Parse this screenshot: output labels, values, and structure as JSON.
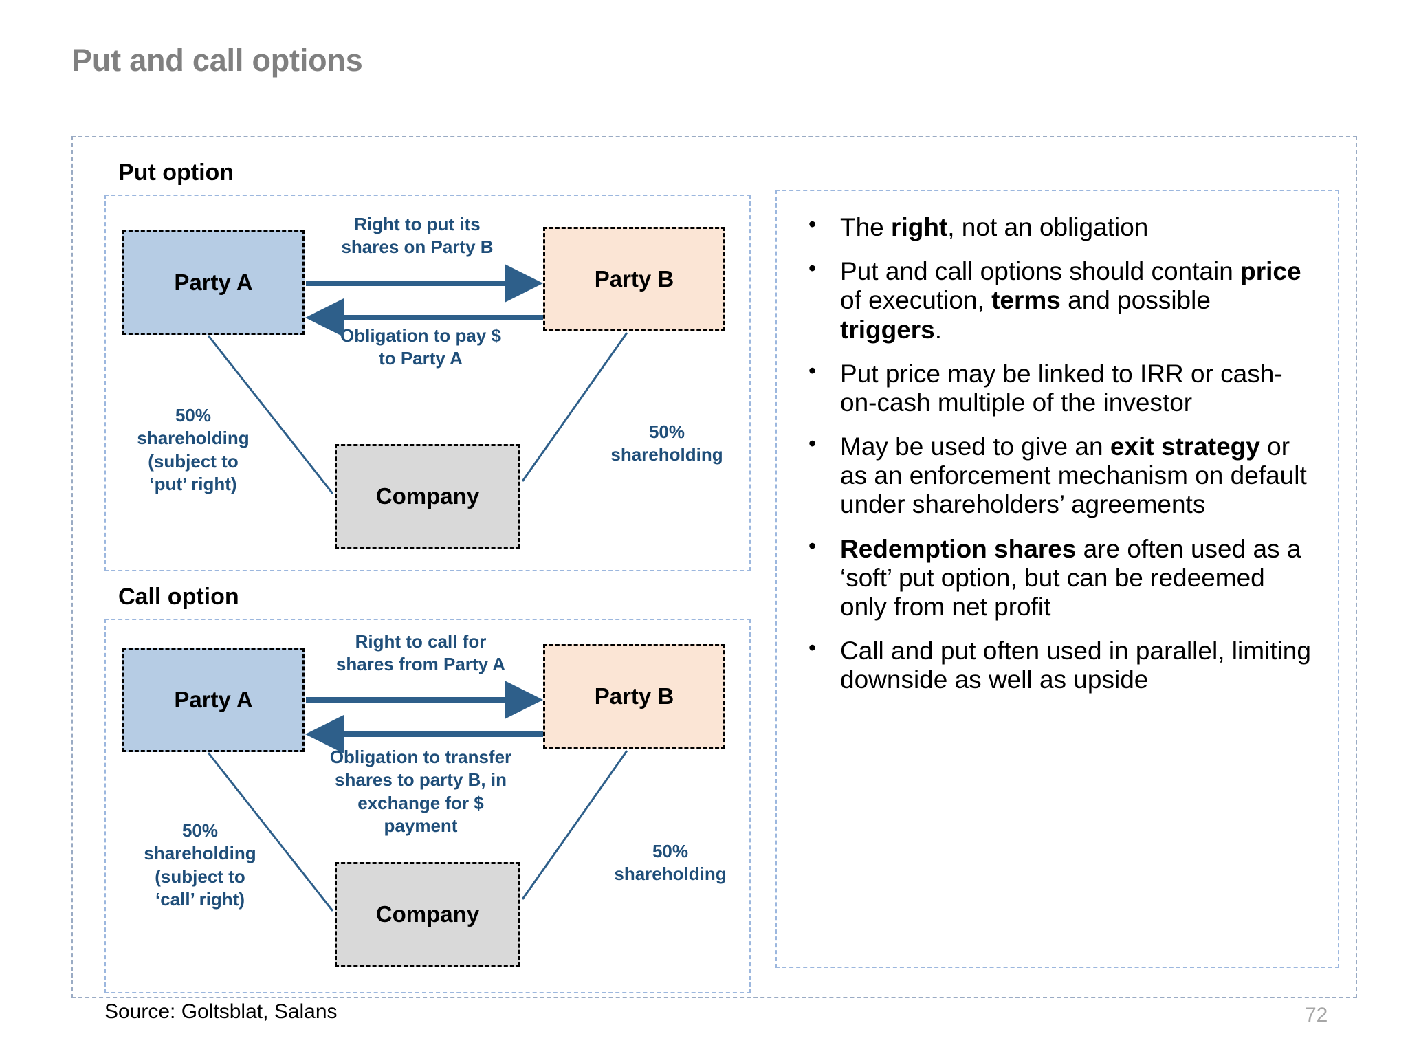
{
  "slide": {
    "title": "Put and call options",
    "page_number": "72",
    "source": "Source: Goltsblat, Salans"
  },
  "sections": {
    "put": {
      "heading": "Put option",
      "party_a": "Party A",
      "party_b": "Party B",
      "company": "Company",
      "arrow_top_label": "Right to put its\nshares on Party B",
      "arrow_bottom_label": "Obligation to pay $\nto Party A",
      "shareholding_left": "50%\nshareholding\n(subject to\n‘put’ right)",
      "shareholding_right": "50%\nshareholding"
    },
    "call": {
      "heading": "Call option",
      "party_a": "Party A",
      "party_b": "Party B",
      "company": "Company",
      "arrow_top_label": "Right to call for\nshares from Party A",
      "arrow_bottom_label": "Obligation to transfer\nshares to party B, in\nexchange for $\npayment",
      "shareholding_left": "50%\nshareholding\n(subject to\n‘call’ right)",
      "shareholding_right": "50%\nshareholding"
    }
  },
  "bullets": [
    [
      {
        "t": "The ",
        "b": false
      },
      {
        "t": "right",
        "b": true
      },
      {
        "t": ", not an obligation",
        "b": false
      }
    ],
    [
      {
        "t": "Put and call options should contain ",
        "b": false
      },
      {
        "t": "price",
        "b": true
      },
      {
        "t": " of execution, ",
        "b": false
      },
      {
        "t": "terms",
        "b": true
      },
      {
        "t": " and possible ",
        "b": false
      },
      {
        "t": "triggers",
        "b": true
      },
      {
        "t": ".",
        "b": false
      }
    ],
    [
      {
        "t": "Put price may be linked to IRR or cash-on-cash multiple of the investor",
        "b": false
      }
    ],
    [
      {
        "t": "May be used to give an ",
        "b": false
      },
      {
        "t": "exit strategy",
        "b": true
      },
      {
        "t": " or as an enforcement mechanism on default under shareholders’ agreements",
        "b": false
      }
    ],
    [
      {
        "t": "Redemption shares",
        "b": true
      },
      {
        "t": " are often used as a ‘soft’ put option, but can be redeemed only from net profit",
        "b": false
      }
    ],
    [
      {
        "t": "Call and put often used in parallel, limiting downside as well as upside",
        "b": false
      }
    ]
  ],
  "colors": {
    "title_gray": "#808080",
    "label_blue": "#1f4e79",
    "arrow_blue": "#2e5f8a",
    "party_a_fill": "#b6cce4",
    "party_b_fill": "#fbe5d5",
    "company_fill": "#d9d9d9",
    "panel_border": "#9cb7de"
  }
}
